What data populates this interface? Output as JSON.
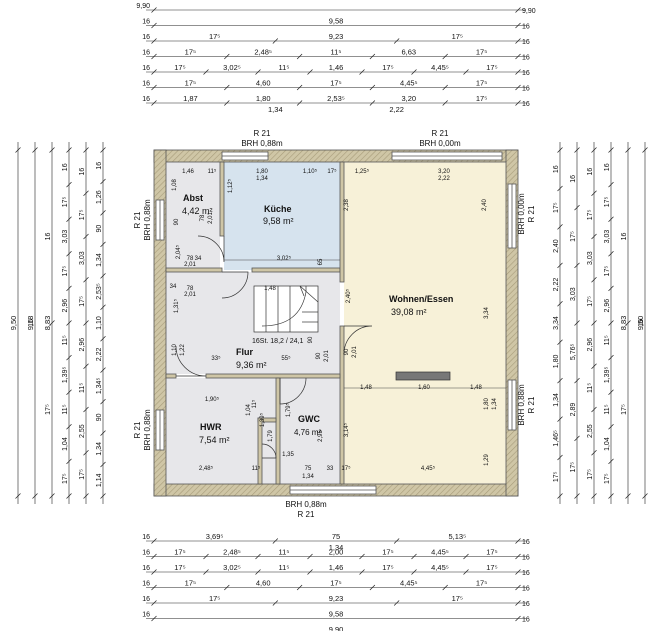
{
  "colors": {
    "wall": "#c9c0a0",
    "wall_hatch": "#9e9372",
    "kueche": "#d6e3ee",
    "wohnen": "#f7f1d8",
    "neutral": "#e7e7ea",
    "line": "#222222"
  },
  "rooms": [
    {
      "name": "Abst",
      "area": "4,42 m²"
    },
    {
      "name": "Küche",
      "area": "9,58 m²"
    },
    {
      "name": "Wohnen/Essen",
      "area": "39,08 m²"
    },
    {
      "name": "Flur",
      "area": "9,36 m²"
    },
    {
      "name": "HWR",
      "area": "7,54 m²"
    },
    {
      "name": "GWC",
      "area": "4,76 m²"
    }
  ],
  "stair_label": "16St. 18,2 / 24,1",
  "window_labels": {
    "top_left": [
      "R 21",
      "BRH 0,88m"
    ],
    "top_right": [
      "R 21",
      "BRH 0,00m"
    ],
    "bottom": [
      "BRH 0,88m",
      "R 21"
    ],
    "left_upper": [
      "R 21",
      "BRH 0,88m"
    ],
    "left_lower": [
      "R 21",
      "BRH 0,88m"
    ],
    "right_upper": [
      "BRH 0,00m",
      "R 21"
    ],
    "right_lower": [
      "BRH 0,88m",
      "R 21"
    ]
  },
  "top_chains": [
    {
      "edge": "9,90",
      "segs": []
    },
    {
      "edge": "16",
      "segs": [
        "9,58"
      ]
    },
    {
      "edge": "16",
      "segs": [
        "17⁵",
        "9,23",
        "17⁵"
      ]
    },
    {
      "edge": "16",
      "segs": [
        "17⁵",
        "2,48⁵",
        "11⁵",
        "6,63",
        "17⁵"
      ]
    },
    {
      "edge": "16",
      "segs": [
        "17⁵",
        "3,02⁵",
        "11⁵",
        "1,46",
        "17⁵",
        "4,45⁵",
        "17⁵"
      ]
    },
    {
      "edge": "16",
      "segs": [
        "17⁵",
        "4,60",
        "17⁵",
        "4,45⁵",
        "17⁵"
      ]
    },
    {
      "edge": "16",
      "segs": [
        "1,87",
        "1,80",
        "2,53⁵",
        "3,20",
        "17⁵"
      ],
      "sub": [
        "1,34",
        "2,22"
      ]
    }
  ],
  "bottom_chains": [
    {
      "edge": "16",
      "segs": [
        "3,69⁵",
        "75",
        "5,13⁵"
      ],
      "sub": [
        "1,34"
      ]
    },
    {
      "edge": "16",
      "segs": [
        "17⁵",
        "2,48⁵",
        "11⁵",
        "2,00",
        "17⁵",
        "4,45⁵",
        "17⁵"
      ]
    },
    {
      "edge": "16",
      "segs": [
        "17⁵",
        "3,02⁵",
        "11⁵",
        "1,46",
        "17⁵",
        "4,45⁵",
        "17⁵"
      ]
    },
    {
      "edge": "16",
      "segs": [
        "17⁵",
        "4,60",
        "17⁵",
        "4,45⁵",
        "17⁵"
      ]
    },
    {
      "edge": "16",
      "segs": [
        "17⁵",
        "9,23",
        "17⁵"
      ]
    },
    {
      "edge": "16",
      "segs": [
        "9,58"
      ]
    },
    {
      "edge": "",
      "segs": [
        "9,90"
      ]
    }
  ],
  "left_chains": [
    {
      "total": "9,50",
      "segs": []
    },
    {
      "total": "9,18",
      "segs": [
        "16"
      ]
    },
    {
      "total": "8,83",
      "segs": [
        "16",
        "17⁵"
      ]
    },
    {
      "total": "",
      "segs": [
        "16",
        "17⁵",
        "3,03",
        "17⁵",
        "2,96",
        "11⁵",
        "1,39⁵",
        "11⁵",
        "1,04",
        "17⁵"
      ]
    },
    {
      "total": "",
      "segs": [
        "16",
        "17⁵",
        "3,03",
        "17⁵",
        "2,96",
        "11⁵",
        "2,55",
        "17⁵"
      ]
    },
    {
      "total": "",
      "segs": [
        "16",
        "1,26",
        "90",
        "1,34",
        "2,53⁵",
        "1,10",
        "2,22",
        "1,34⁵",
        "90",
        "1,34",
        "1,14"
      ]
    }
  ],
  "right_chains": [
    {
      "total": "",
      "segs": [
        "16",
        "17⁵",
        "2,40",
        "2,22",
        "3,34",
        "1,80",
        "1,34",
        "1,46⁵",
        "17⁵"
      ]
    },
    {
      "total": "",
      "segs": [
        "16",
        "17⁵",
        "3,03",
        "5,76⁵",
        "2,89",
        "17⁵"
      ]
    },
    {
      "total": "",
      "segs": [
        "16",
        "17⁵",
        "3,03",
        "17⁵",
        "2,96",
        "11⁵",
        "2,55",
        "17⁵"
      ]
    },
    {
      "total": "",
      "segs": [
        "16",
        "17⁵",
        "3,03",
        "17⁵",
        "2,96",
        "11⁵",
        "1,39⁵",
        "11⁵",
        "1,04",
        "17⁵"
      ]
    },
    {
      "total": "8,83",
      "segs": [
        "16",
        "17⁵"
      ]
    },
    {
      "total": "9,50",
      "segs": [
        "16"
      ]
    }
  ],
  "interior_dims": [
    "1,46",
    "11⁵",
    "1,80",
    "1,10⁵",
    "17⁵",
    "1,25⁵",
    "3,20",
    "2,22",
    "1,34",
    "1,08",
    "2,38",
    "2,40",
    "78",
    "2,01",
    "1,12⁵",
    "90",
    "2,04⁵",
    "34",
    "78",
    "2,01",
    "3,02⁵",
    "65",
    "34",
    "1,48",
    "78",
    "2,01",
    "1,31⁵",
    "2,40⁵",
    "3,34",
    "1,22",
    "1,10",
    "90",
    "33⁵",
    "55⁵",
    "90",
    "2,01",
    "90",
    "2,01",
    "1,48",
    "1,60",
    "1,48",
    "1,90⁵",
    "1,79⁵",
    "1,39⁵",
    "11⁵",
    "1,04",
    "3,14⁵",
    "1,80",
    "1,34",
    "1,35",
    "2,48⁵",
    "11⁵",
    "75",
    "33",
    "17⁵",
    "4,45⁵",
    "1,29",
    "1,79",
    "2,95",
    "1,34"
  ]
}
